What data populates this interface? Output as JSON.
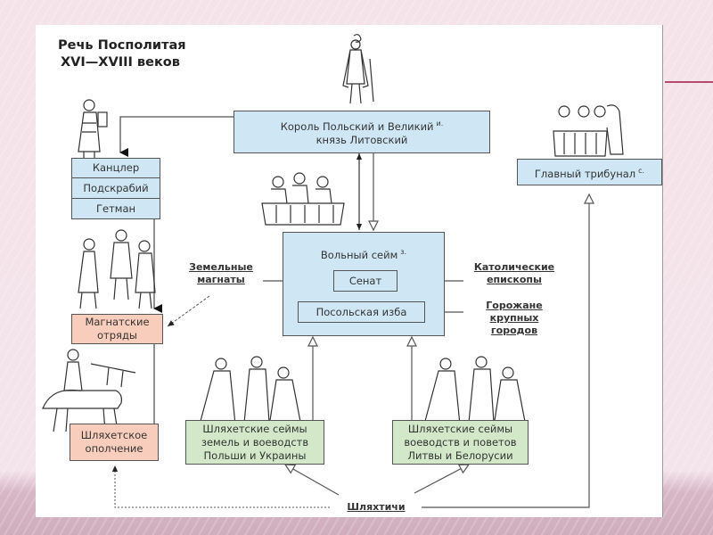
{
  "slide": {
    "title_line1": "Речь Посполитая",
    "title_line2": "XVI—XVIII веков"
  },
  "nodes": {
    "king": {
      "line1": "Король Польский и Великий",
      "line2": "князь Литовский",
      "note": "и."
    },
    "chancellor": "Канцлер",
    "podskarbiy": "Подскрабий",
    "hetman": "Гетман",
    "tribunal": {
      "label": "Главный трибунал",
      "note": "с."
    },
    "sejm": {
      "label": "Вольный сейм",
      "note": "з."
    },
    "senate": "Сенат",
    "posolskaya": "Посольская изба",
    "magnate_troops": {
      "line1": "Магнатские",
      "line2": "отряды"
    },
    "militia": {
      "line1": "Шляхетское",
      "line2": "ополчение"
    },
    "sejmiki_poland": {
      "line1": "Шляхетские сеймы",
      "line2": "земель и воеводств",
      "line3": "Польши и Украины"
    },
    "sejmiki_lithuania": {
      "line1": "Шляхетские сеймы",
      "line2": "воеводств и поветов",
      "line3": "Литвы и Белорусии"
    }
  },
  "labels": {
    "magnates": {
      "line1": "Земельные",
      "line2": "магнаты"
    },
    "bishops": {
      "line1": "Католические",
      "line2": "епископы"
    },
    "townsmen": {
      "line1": "Горожане",
      "line2": "крупных",
      "line3": "городов"
    },
    "szlachta": "Шляхтичи"
  },
  "colors": {
    "blue_box": "#cfe7f5",
    "pink_box": "#f8cdbb",
    "green_box": "#d3e8c8",
    "accent": "#b84a72"
  }
}
